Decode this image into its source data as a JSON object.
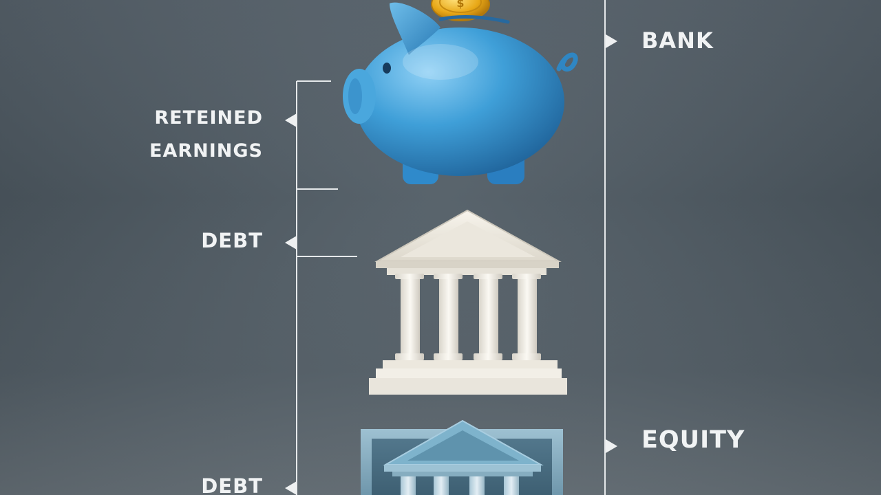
{
  "labels": {
    "retained_line1": "RETEINED",
    "retained_line2": "EARNINGS",
    "debt_top": "DEBT",
    "debt_bottom": "DEBT",
    "bank": "BANK",
    "equity": "EQUITY"
  },
  "icons": {
    "piggy": "piggy-bank-icon",
    "coin": "gold-coin-icon",
    "bank_white": "bank-building-icon",
    "bank_blue": "bank-building-framed-icon"
  },
  "colors": {
    "background": "#4f5b64",
    "text": "#f1f3f4",
    "line": "#e6e9eb",
    "piggy": "#3f9fd8",
    "coin": "#e8a817",
    "bank_white": "#f1eee6",
    "bank_blue": "#7fa8bd"
  }
}
